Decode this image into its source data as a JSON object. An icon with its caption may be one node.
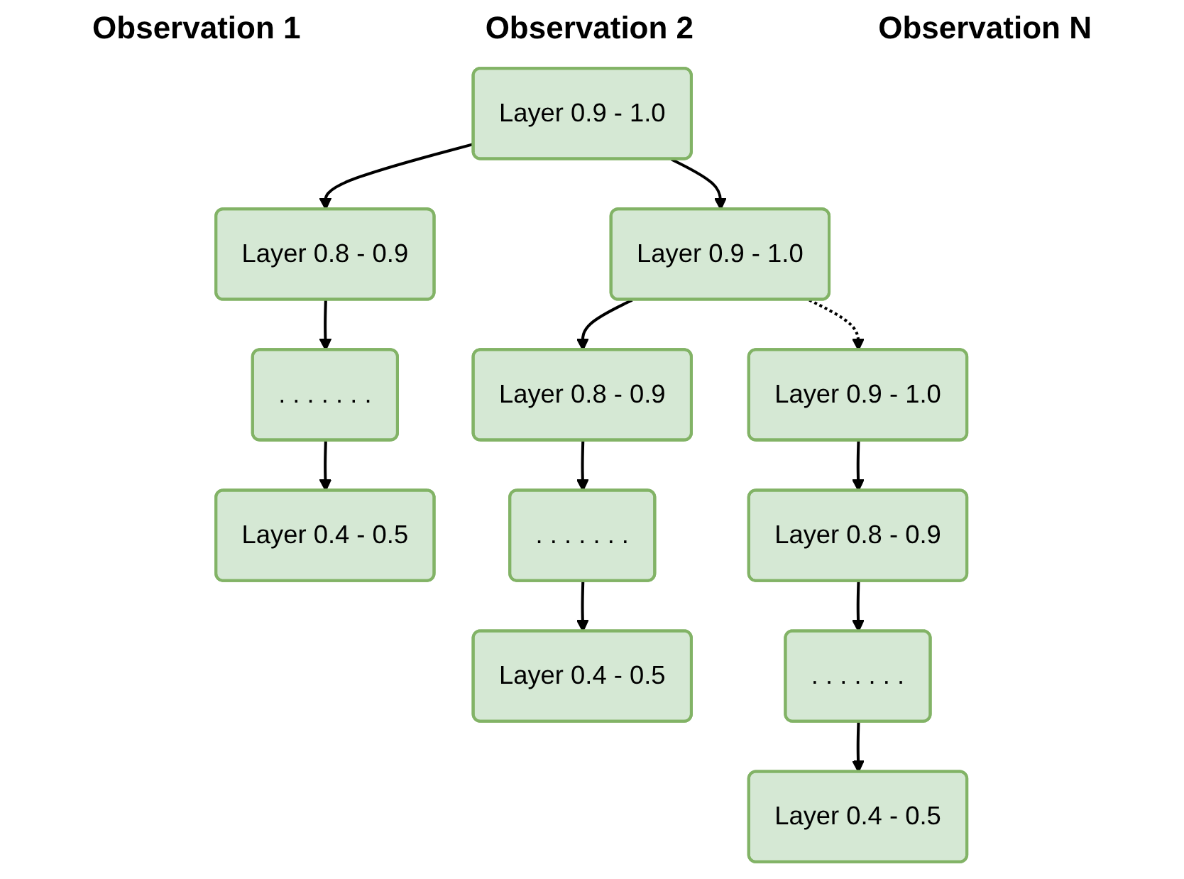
{
  "diagram": {
    "nodes": [
      {
        "text": [
          "Layer 0.9 - 1.0"
        ]
      },
      {
        "text": [
          "Layer 0.8 - 0.9"
        ]
      },
      {
        "text": [
          ". . . . . . ."
        ]
      },
      {
        "text": [
          "Layer 0.4 - 0.5"
        ]
      },
      {
        "text": [
          "Layer 0.9 - 1.0"
        ]
      },
      {
        "text": [
          "Layer 0.8 - 0.9"
        ]
      },
      {
        "text": [
          ". . . . . . ."
        ]
      },
      {
        "text": [
          "Layer 0.4 - 0.5"
        ]
      },
      {
        "text": [
          "Layer 0.9 - 1.0"
        ]
      },
      {
        "text": [
          "Layer 0.8 - 0.9"
        ]
      },
      {
        "text": [
          ". . . . . . ."
        ]
      },
      {
        "text": [
          "Layer 0.4 - 0.5"
        ]
      }
    ],
    "edges": [
      {
        "from": 0,
        "to": 1,
        "arrow": "to"
      },
      {
        "from": 1,
        "to": 2,
        "arrow": "to"
      },
      {
        "from": 2,
        "to": 3,
        "arrow": "to"
      },
      {
        "from": 0,
        "to": 4,
        "arrow": "to"
      },
      {
        "from": 4,
        "to": 5,
        "arrow": "to"
      },
      {
        "from": 5,
        "to": 6,
        "arrow": "to"
      },
      {
        "from": 6,
        "to": 7,
        "arrow": "to"
      },
      {
        "from": 4,
        "to": 8,
        "arrow": "to",
        "style": "dashed"
      },
      {
        "from": 8,
        "to": 9,
        "arrow": "to"
      },
      {
        "from": 9,
        "to": 10,
        "arrow": "to"
      },
      {
        "from": 10,
        "to": 11,
        "arrow": "to"
      }
    ],
    "labels": [
      "Observation 1",
      "Observation 2",
      "Observation N"
    ]
  }
}
